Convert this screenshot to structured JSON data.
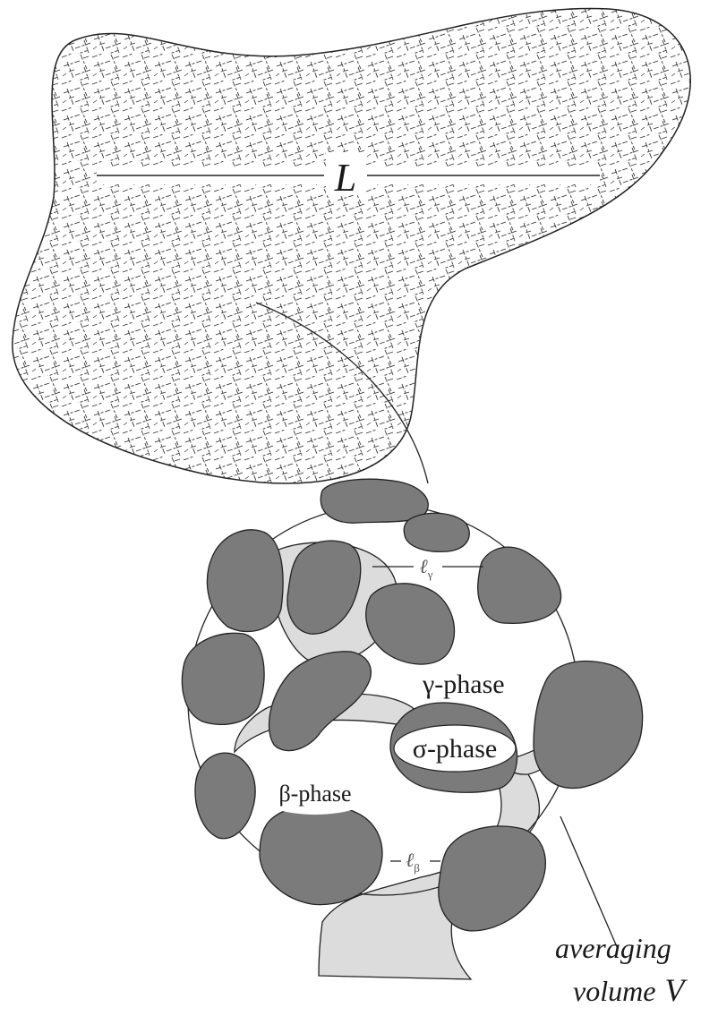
{
  "labels": {
    "macro_length": "L",
    "gamma_length_symbol": "ℓ",
    "gamma_length_sub": "γ",
    "beta_length_symbol": "ℓ",
    "beta_length_sub": "β",
    "gamma_phase": "γ-phase",
    "sigma_phase": "σ-phase",
    "beta_phase": "β-phase",
    "averaging_line1": "averaging",
    "averaging_line2": "volume",
    "averaging_symbol": "V"
  },
  "colors": {
    "background": "#ffffff",
    "outline": "#222222",
    "hatch": "#333333",
    "sigma_particle": "#7b7b7b",
    "beta_region": "#dcdcdc",
    "gamma_region": "#ffffff"
  }
}
